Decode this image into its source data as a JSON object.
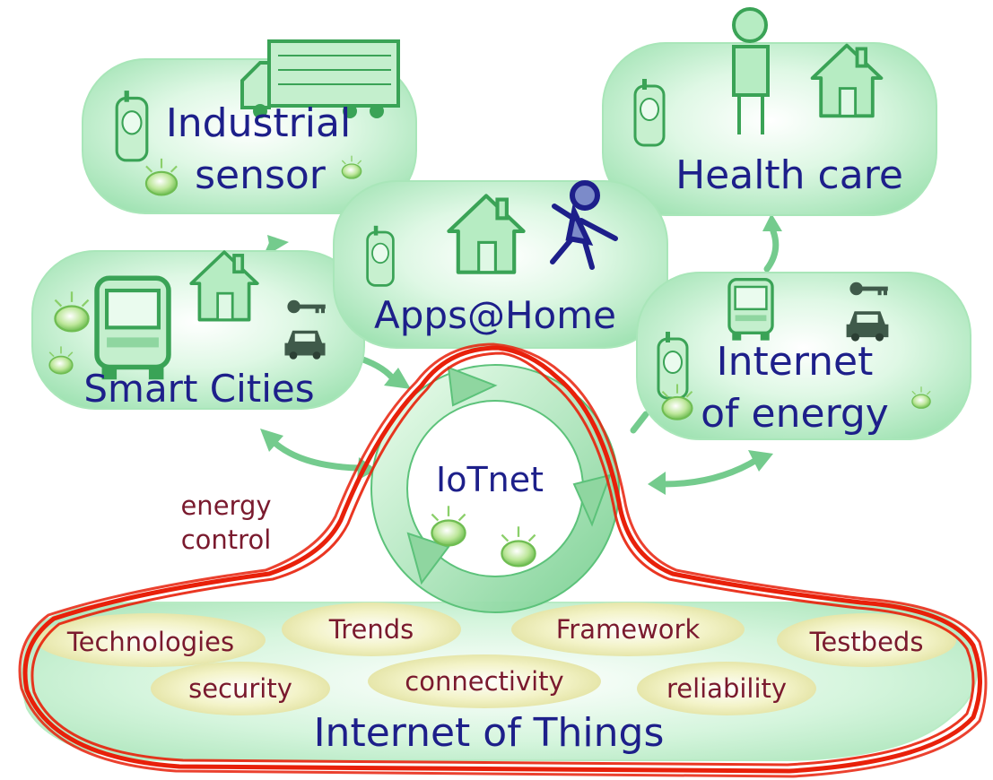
{
  "nodes": {
    "industrial": {
      "line1": "Industrial",
      "line2": "sensor"
    },
    "health": {
      "label": "Health care"
    },
    "apps": {
      "label": "Apps@Home"
    },
    "cities": {
      "label": "Smart Cities"
    },
    "energy": {
      "line1": "Internet",
      "line2": "of energy"
    }
  },
  "hub": {
    "label": "IoTnet"
  },
  "side_note": {
    "line1": "energy",
    "line2": "control"
  },
  "base": {
    "title": "Internet of Things",
    "topics": {
      "technologies": "Technologies",
      "trends": "Trends",
      "framework": "Framework",
      "testbeds": "Testbeds",
      "security": "security",
      "connectivity": "connectivity",
      "reliability": "reliability"
    }
  },
  "colors": {
    "node_fill": "#c9f2d4",
    "node_text": "#1d1f8a",
    "topic_text": "#7a1a2e",
    "topic_fill": "#e8e8a8",
    "outline_scribble": "#e8200a",
    "arrow": "#5cc27a",
    "icon_green": "#3aa356",
    "icon_dark": "#3f5a4a"
  }
}
